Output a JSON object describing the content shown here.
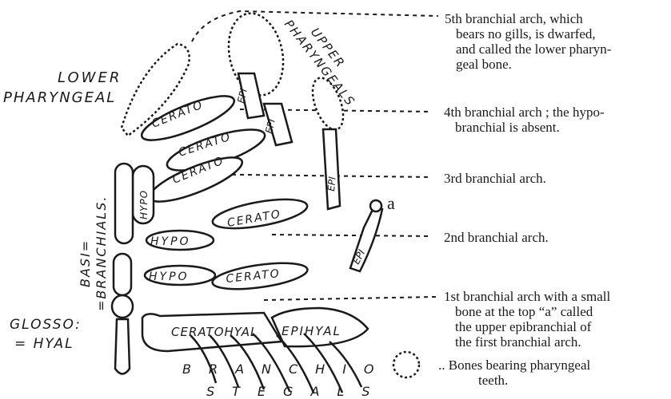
{
  "colors": {
    "ink": "#1a1a1a",
    "paper": "#ffffff"
  },
  "labels": {
    "lower_pharyngeal": [
      "LOWER",
      "PHARYNGEAL"
    ],
    "upper_pharyngeals": [
      "UPPER",
      "PHARYNGEALS"
    ],
    "basibranchials": [
      "BASI=",
      "=BRANCHIALS."
    ],
    "glossohyal": [
      "GLOSSO:",
      "= HYAL"
    ],
    "branchiostegals": [
      "BRANCHIO",
      "STEGALS"
    ],
    "cerato": "CERATO",
    "hypo": "HYPO",
    "epi": "EPI",
    "ceratohyal": "CERATOHYAL",
    "epihyal": "EPIHYAL",
    "marker_a": "a"
  },
  "notes": [
    {
      "first": "5th branchial arch, which",
      "rest": [
        "bears no gills, is dwarfed,",
        "and called the lower pharyn-",
        "geal bone."
      ]
    },
    {
      "first": "4th branchial arch ; the hypo-",
      "rest": [
        "branchial is absent."
      ]
    },
    {
      "first": "3rd branchial arch.",
      "rest": []
    },
    {
      "first": "2nd branchial arch.",
      "rest": []
    },
    {
      "first": "1st branchial arch with a small",
      "rest": [
        "bone at the top “a” called",
        "the upper epibranchial of",
        "the first branchial arch."
      ]
    },
    {
      "first": ".. Bones bearing pharyngeal",
      "rest": [
        "teeth."
      ]
    }
  ]
}
